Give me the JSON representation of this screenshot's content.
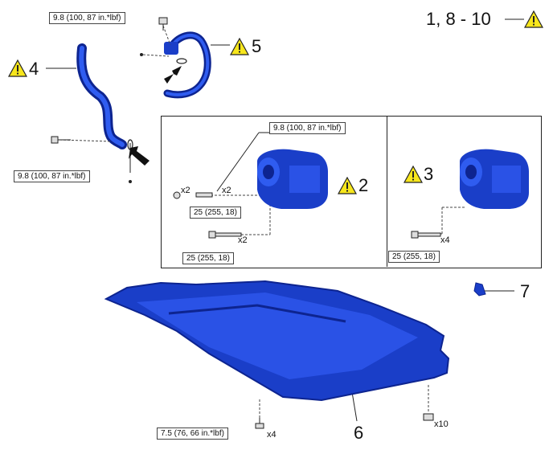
{
  "header": {
    "steps_label": "1, 8 - 10"
  },
  "callouts": {
    "n1": "2",
    "n2": "3",
    "n3": "4",
    "n4": "5",
    "n5": "6",
    "n6": "7"
  },
  "torque": {
    "top_bolt": "9.8 (100, 87 in.*lbf)",
    "left_bolt": "9.8 (100, 87 in.*lbf)",
    "compressor_top": "9.8 (100, 87 in.*lbf)",
    "compressor_a": "25 (255, 18)",
    "compressor_b": "25 (255, 18)",
    "compressor_right": "25 (255, 18)",
    "undercover": "7.5 (76, 66 in.*lbf)"
  },
  "quantities": {
    "q_x2_a": "x2",
    "q_x2_b": "x2",
    "q_x2_c": "x2",
    "q_x4_a": "x4",
    "q_x4_b": "x4",
    "q_x10": "x10"
  },
  "colors": {
    "part_blue": "#1a3ec8",
    "part_dark": "#0d2490",
    "warning_yellow": "#f7e61c"
  },
  "icons": [
    "warning-icon",
    "arrow-icon",
    "bolt-icon",
    "o-ring-icon"
  ]
}
